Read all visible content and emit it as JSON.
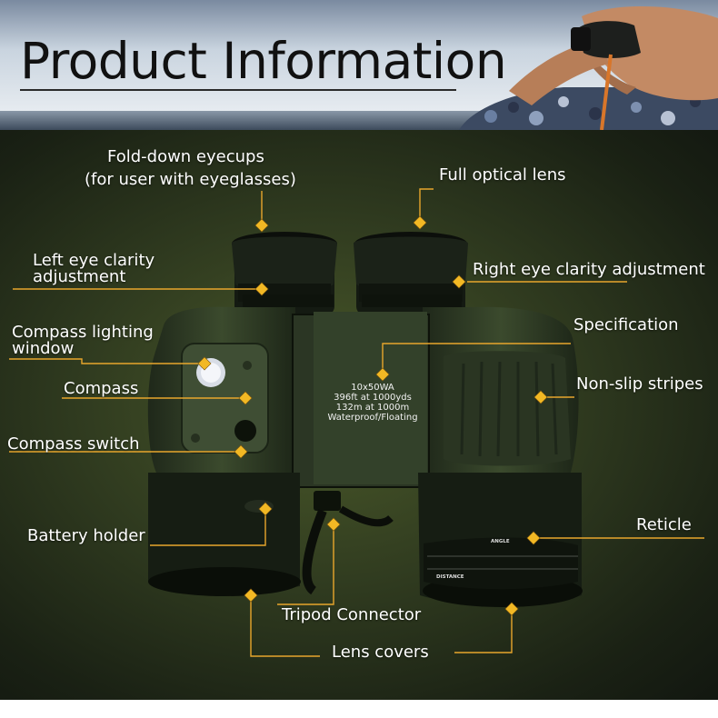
{
  "page": {
    "title": "Product Information",
    "colors": {
      "accent": "#f2b824",
      "line": "#e8a62c",
      "text": "#ffffff",
      "background": "#2f3a1f"
    }
  },
  "product": {
    "specification_print": [
      "10x50WA",
      "396ft at 1000yds",
      "132m at 1000m",
      "Waterproof/Floating"
    ],
    "scale_labels": {
      "angle": "ANGLE",
      "distance": "DISTANCE"
    }
  },
  "labels": {
    "fold_down_eyecups": [
      "Fold-down eyecups",
      "(for user with eyeglasses)"
    ],
    "full_optical_lens": "Full optical lens",
    "left_eye": [
      "Left eye clarity",
      "adjustment"
    ],
    "right_eye": "Right eye clarity adjustment",
    "compass_lighting": [
      "Compass lighting",
      "window"
    ],
    "specification": "Specification",
    "compass": "Compass",
    "non_slip": "Non-slip stripes",
    "compass_switch": "Compass switch",
    "battery_holder": "Battery holder",
    "reticle": "Reticle",
    "tripod_connector": "Tripod Connector",
    "lens_covers": "Lens covers"
  }
}
